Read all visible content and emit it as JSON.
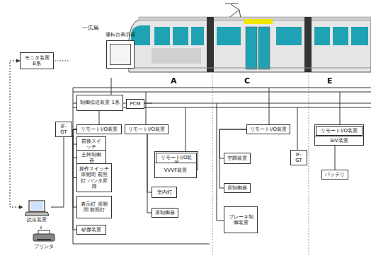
{
  "diagram": {
    "nodes": [
      {
        "text": [
          "モニタ装置 B系"
        ]
      },
      {
        "text": [
          "運転台表示器"
        ]
      },
      {
        "text": [
          "制御伝送装置 1系"
        ]
      },
      {
        "text": [
          "PCM"
        ]
      },
      {
        "text": [
          "IF-GT"
        ]
      },
      {
        "text": [
          "リモートI/O装置"
        ]
      },
      {
        "text": [
          "前後スイッチ"
        ]
      },
      {
        "text": [
          "主幹制御器"
        ]
      },
      {
        "text": [
          "操作スイッチ 扉開閉 前照灯 パンタ昇降"
        ]
      },
      {
        "text": [
          "表示灯 扉開閉 前照灯"
        ]
      },
      {
        "text": [
          "砂撒装置"
        ]
      },
      {
        "text": [
          "リモートI/O装置"
        ]
      },
      {
        "text": [
          "リモートI/O装置"
        ]
      },
      {
        "text": [
          "VVVF装置"
        ]
      },
      {
        "text": [
          "室内灯"
        ]
      },
      {
        "text": [
          "扉制御器"
        ]
      },
      {
        "text": [
          "リモートI/O装置"
        ]
      },
      {
        "text": [
          "空調装置"
        ]
      },
      {
        "text": [
          "扉制御器"
        ]
      },
      {
        "text": [
          "ブレーキ制御装置"
        ]
      },
      {
        "text": [
          "IF-GT"
        ]
      },
      {
        "text": [
          "リモートI/O装置"
        ]
      },
      {
        "text": [
          "SIV装置"
        ]
      },
      {
        "text": [
          "バッテリ"
        ]
      },
      {
        "text": [
          "読出装置"
        ]
      },
      {
        "text": [
          "プリンタ"
        ]
      }
    ],
    "edges": [
      {
        "from": 0,
        "to": 24,
        "arrow": "both"
      },
      {
        "from": 4,
        "to": 24,
        "arrow": "none"
      },
      {
        "from": 24,
        "to": 25,
        "arrow": "none"
      },
      {
        "from": 1,
        "to": 2,
        "arrow": "none"
      },
      {
        "from": 5,
        "to": 6,
        "arrow": "none"
      },
      {
        "from": 5,
        "to": 7,
        "arrow": "none"
      },
      {
        "from": 5,
        "to": 8,
        "arrow": "none"
      },
      {
        "from": 5,
        "to": 9,
        "arrow": "none"
      },
      {
        "from": 5,
        "to": 10,
        "arrow": "none"
      },
      {
        "from": 11,
        "to": 14,
        "arrow": "none"
      },
      {
        "from": 11,
        "to": 15,
        "arrow": "none"
      },
      {
        "from": 16,
        "to": 17,
        "arrow": "none"
      },
      {
        "from": 16,
        "to": 18,
        "arrow": "none"
      },
      {
        "from": 22,
        "to": 23,
        "arrow": "none"
      }
    ],
    "labels": [
      "一広島",
      "A",
      "C",
      "E"
    ]
  }
}
